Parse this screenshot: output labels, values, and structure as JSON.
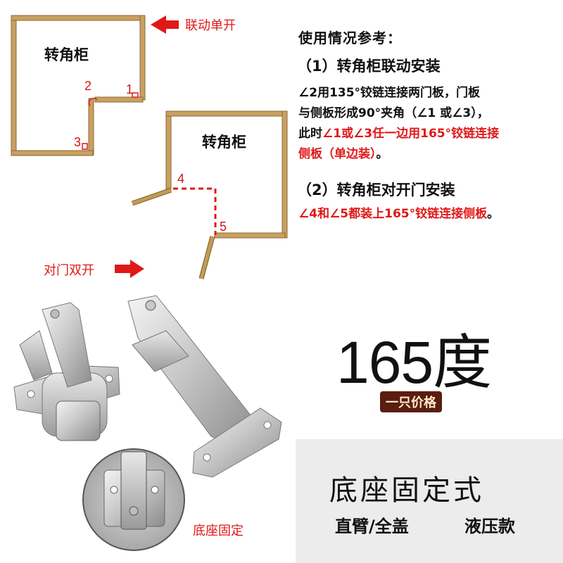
{
  "diagram1": {
    "cabinet_label": "转角柜",
    "angle_1": "1",
    "angle_2": "2",
    "angle_3": "3",
    "arrow_label": "联动单开"
  },
  "diagram2": {
    "cabinet_label": "转角柜",
    "angle_4": "4",
    "angle_5": "5",
    "arrow_label": "对门双开"
  },
  "info": {
    "heading": "使用情况参考：",
    "section1_title": "（1）转角柜联动安装",
    "section1_line1": "∠2用135°铰链连接两门板，门板",
    "section1_line2": "与侧板形成90°夹角（∠1 或∠3），",
    "section1_line3_prefix": "此时",
    "section1_line3_red": "∠1或∠3任一边用165°铰链连接",
    "section1_line4_red": "侧板（单边装）",
    "section1_line4_suffix": "。",
    "section2_title": "（2）转角柜对开门安装",
    "section2_line1_red": "∠4和∠5都装上165°铰链连接侧板",
    "section2_line1_suffix": "。"
  },
  "product": {
    "degree": "165度",
    "price_badge": "一只价格",
    "inset_caption": "底座固定",
    "base_type": "底座固定式",
    "feature1": "直臂/全盖",
    "feature2": "液压款"
  },
  "colors": {
    "wood": "#b88f4a",
    "red": "#e01818",
    "badge_bg": "#5a1d10",
    "panel_bg": "#ececec"
  }
}
